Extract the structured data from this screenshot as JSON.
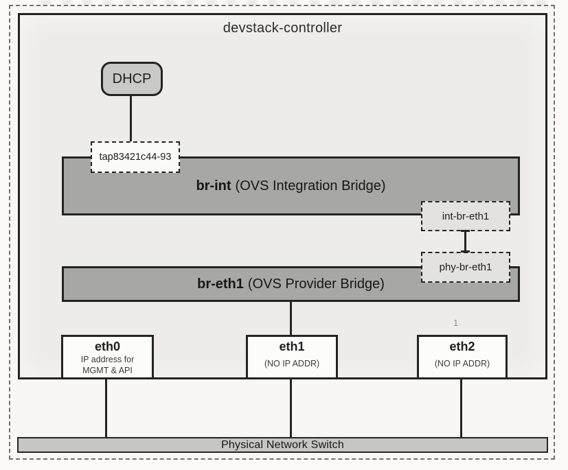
{
  "figure": {
    "host_label": "devstack-controller",
    "dhcp_label": "DHCP",
    "tap_port_label": "tap83421c44-93",
    "br_int": {
      "name": "br-int",
      "description": "(OVS Integration Bridge)"
    },
    "patch_int_label": "int-br-eth1",
    "patch_phy_label": "phy-br-eth1",
    "br_eth1": {
      "name": "br-eth1",
      "description": "(OVS Provider Bridge)"
    },
    "nics": [
      {
        "name": "eth0",
        "note1": "IP address for",
        "note2": "MGMT & API"
      },
      {
        "name": "eth1",
        "note1": "(NO IP ADDR)",
        "note2": ""
      },
      {
        "name": "eth2",
        "note1": "(NO IP ADDR)",
        "note2": ""
      }
    ],
    "switch_label": "Physical Network Switch",
    "stray_mark": "1",
    "colors": {
      "bridge_bar": "#a7a7a5",
      "dhcp_fill": "#c9c9c7",
      "patch_fill": "#e3e2e0",
      "switch_fill": "#c6c6c4",
      "ink": "#232323",
      "inner_background": "#edeceb"
    }
  }
}
